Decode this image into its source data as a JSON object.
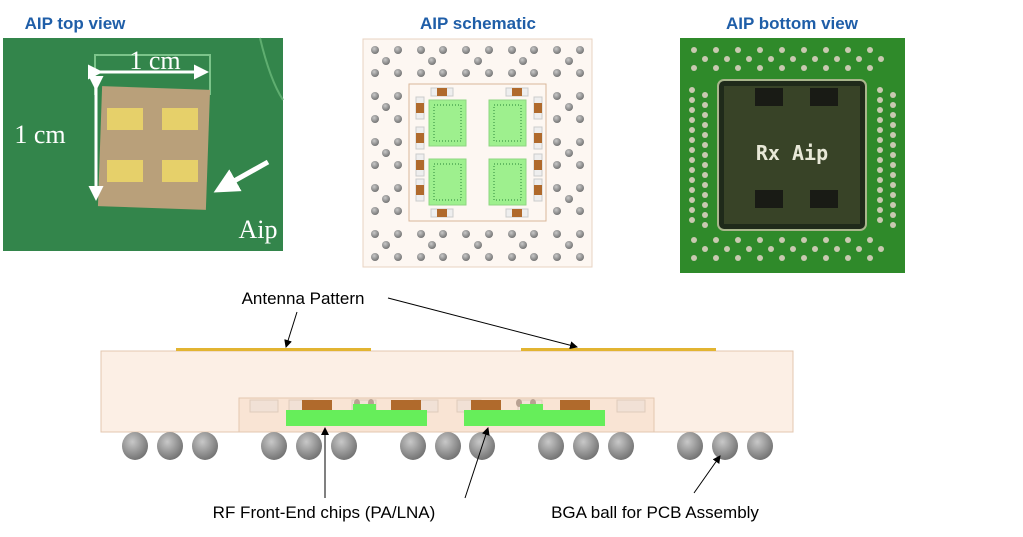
{
  "titles": {
    "top_view": "AIP top view",
    "schematic": "AIP schematic",
    "bottom_view": "AIP bottom view"
  },
  "photo_top": {
    "width_label": "1 cm",
    "height_label": "1 cm",
    "arrow_label": "Aip"
  },
  "photo_bottom": {
    "silkscreen": "Rx Aip"
  },
  "cross_section": {
    "antenna_label": "Antenna Pattern",
    "chips_label": "RF Front-End chips (PA/LNA)",
    "bga_label": "BGA ball for PCB Assembly"
  },
  "colors": {
    "title": "#1f5ea8",
    "substrate": "#fcefe5",
    "chip": "#66ee5a",
    "passive": "#b06a2c",
    "antenna": "#e2b431",
    "ball": "#8a8a8a",
    "pcb": "#2f8a2a"
  }
}
